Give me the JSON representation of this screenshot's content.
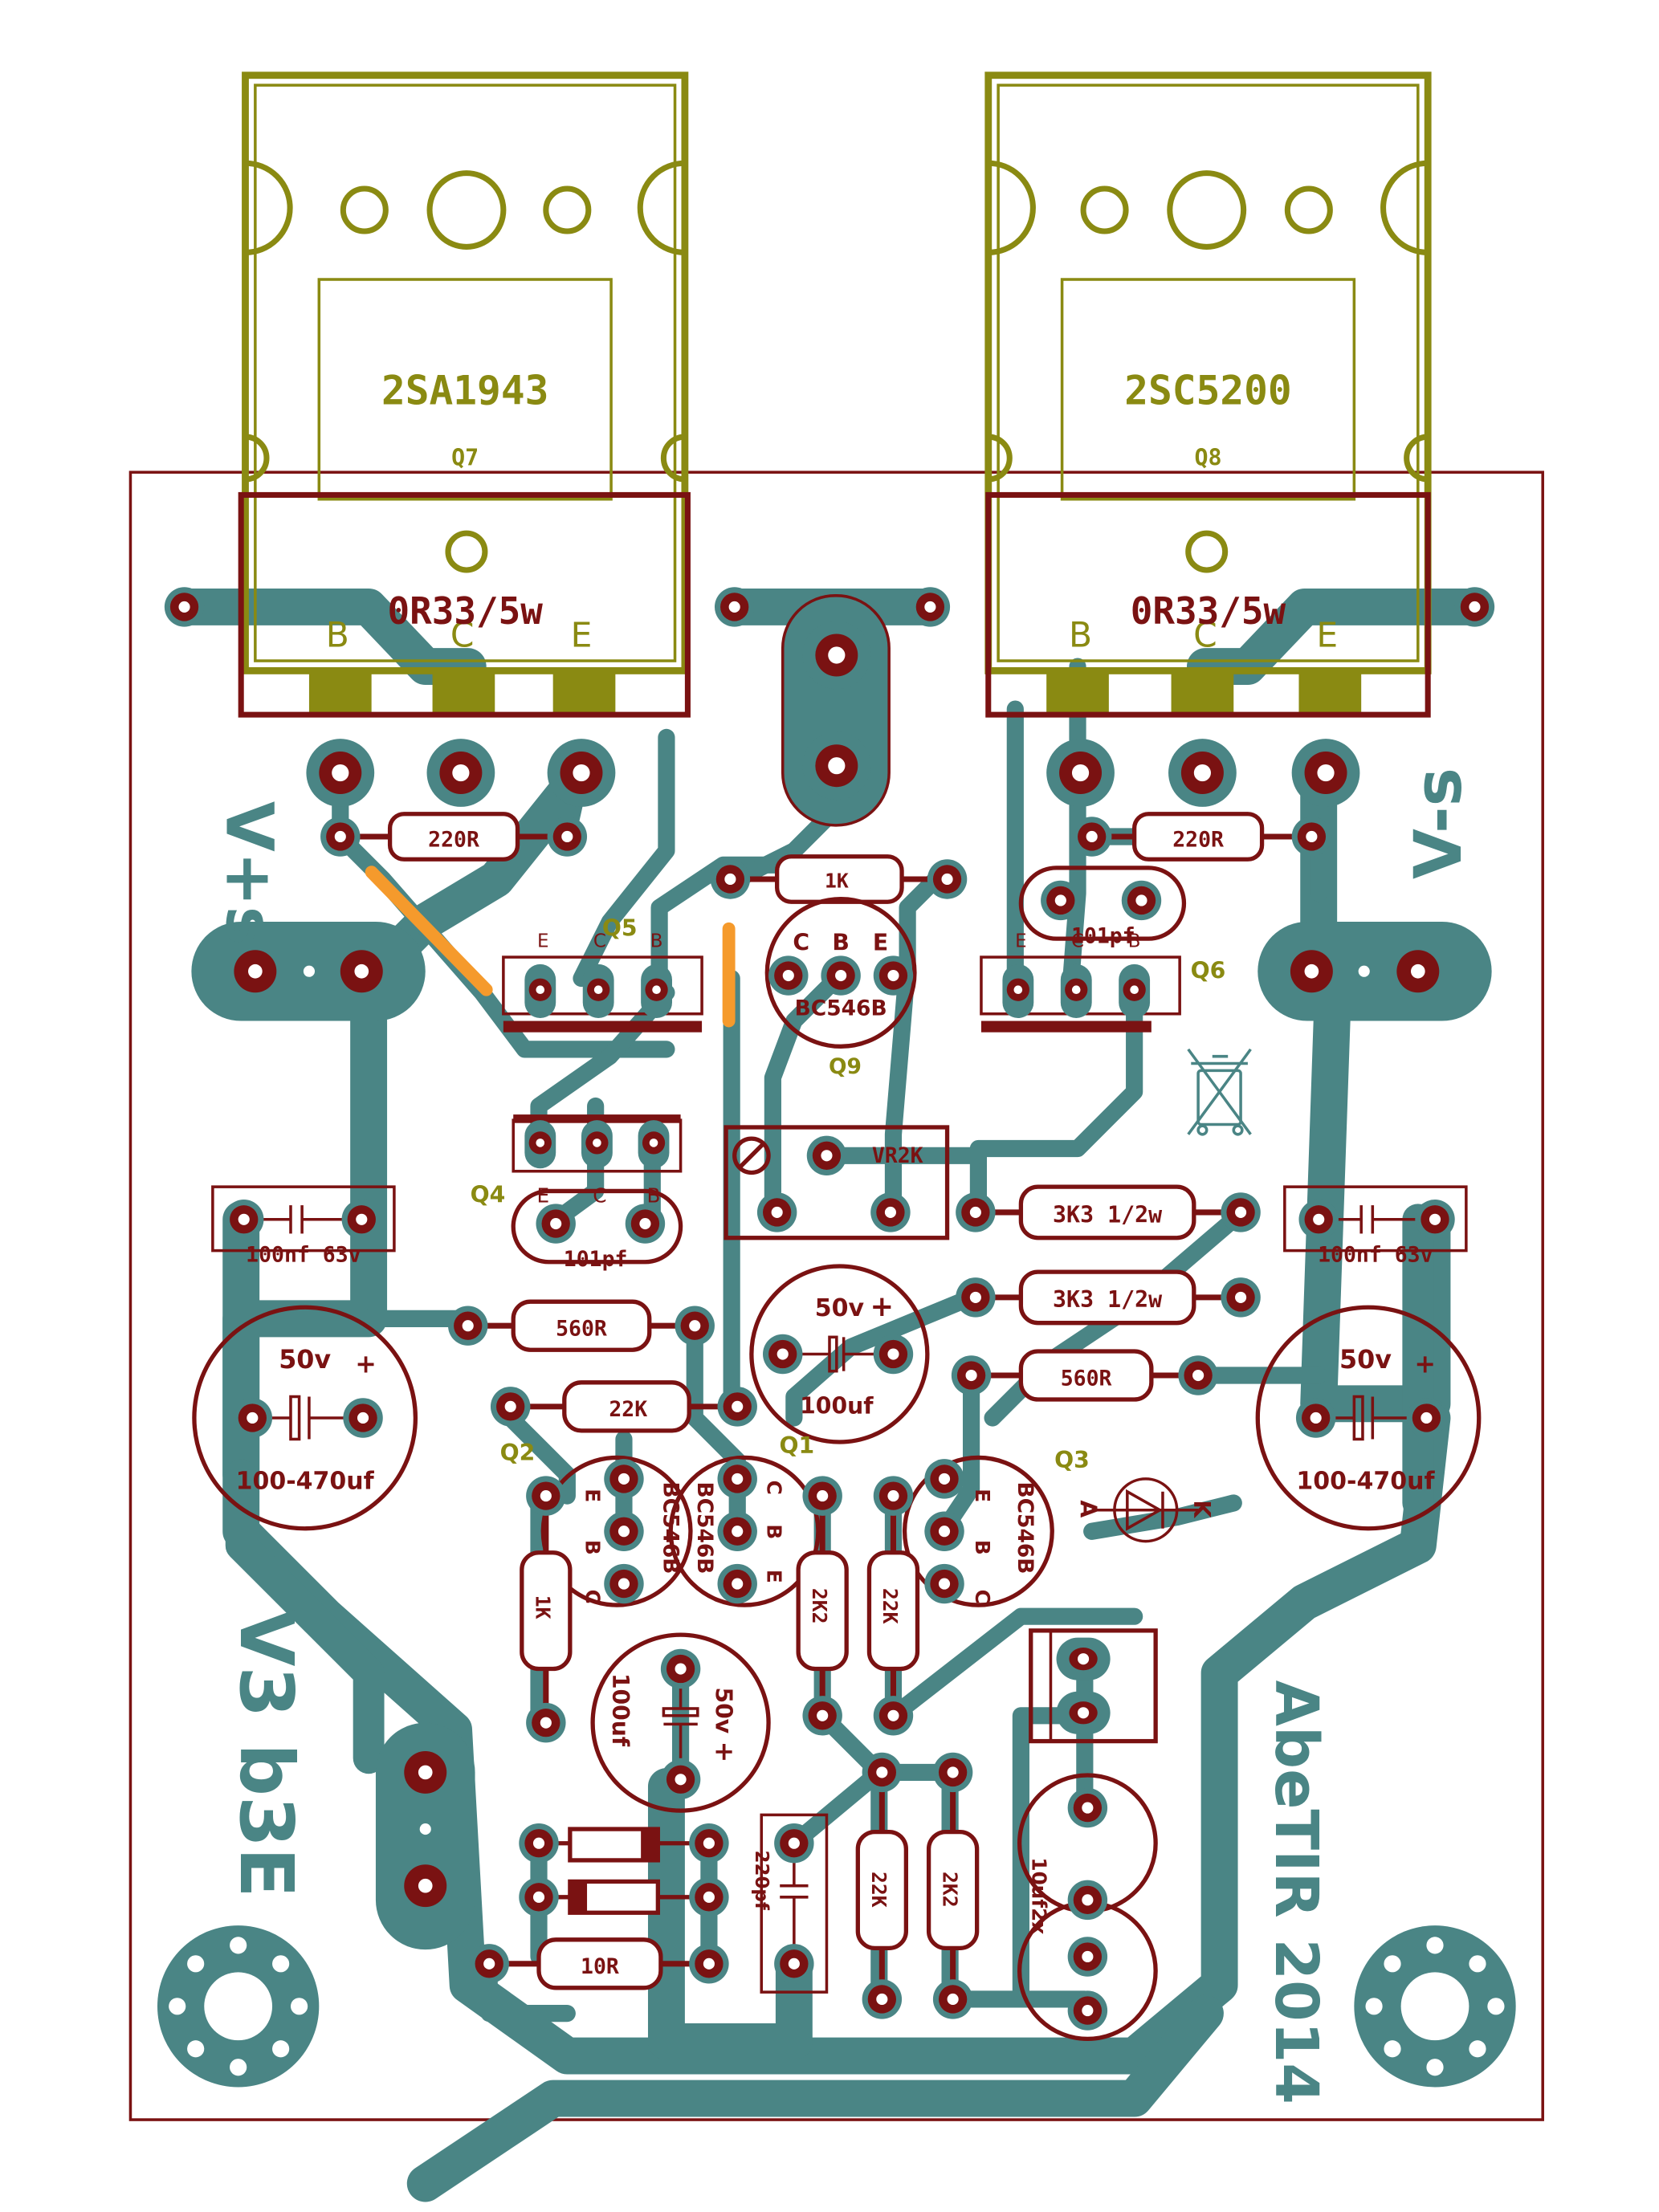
{
  "colors": {
    "copper": "#4a8585",
    "silk": "#7a1212",
    "transistor_body": "#8a8a12",
    "jumper": "#f59a2c",
    "pad_hole": "#ffffff",
    "background": "#ffffff"
  },
  "power_transistors": [
    {
      "ref": "Q7",
      "part": "2SA1943",
      "pins": [
        "B",
        "C",
        "E"
      ]
    },
    {
      "ref": "Q8",
      "part": "2SC5200",
      "pins": [
        "B",
        "C",
        "E"
      ]
    }
  ],
  "emitter_resistors": [
    "0R33/5w",
    "0R33/5w"
  ],
  "supply_labels": {
    "positive": "V+s",
    "negative": "V-s"
  },
  "driver_transistors": [
    {
      "ref": "Q5",
      "pins": [
        "E",
        "C",
        "B"
      ]
    },
    {
      "ref": "Q6",
      "pins": [
        "E",
        "C",
        "B"
      ]
    },
    {
      "ref": "Q4",
      "pins": [
        "E",
        "C",
        "B"
      ]
    }
  ],
  "small_transistors": [
    {
      "ref": "Q9",
      "part": "BC546B",
      "pins": [
        "C",
        "B",
        "E"
      ]
    },
    {
      "ref": "Q1",
      "part": "BC546B",
      "pins": [
        "C",
        "B",
        "E"
      ]
    },
    {
      "ref": "Q2",
      "part": "BC546B",
      "pins": [
        "E",
        "B",
        "C"
      ]
    },
    {
      "ref": "Q3",
      "part": "BC546B",
      "pins": [
        "E",
        "B",
        "C"
      ]
    }
  ],
  "resistors": {
    "r220_left": "220R",
    "r220_right": "220R",
    "r1k_top": "1K",
    "r3k3_a": "3K3 1/2w",
    "r3k3_b": "3K3 1/2w",
    "r560_left": "560R",
    "r560_right": "560R",
    "r22k_mid": "22K",
    "r1k_left": "1K",
    "r2k2_a": "2K2",
    "r22k_v": "22K",
    "r22k_bottom": "22K",
    "r2k2_bottom": "2K2",
    "r10r": "10R"
  },
  "capacitors": {
    "c101_right": "101pf",
    "c101_left": "101pf",
    "c100nf_left": "100nf 63v",
    "c100nf_right": "100nf 63v",
    "c_mid_voltage": "50v",
    "c_mid_value": "100uf",
    "c_big_left_voltage": "50v",
    "c_big_left_value": "100-470uf",
    "c_big_right_voltage": "50v",
    "c_big_right_value": "100-470uf",
    "c_bottom_voltage": "50v",
    "c_bottom_value": "100uf",
    "c_220pf": "220pf",
    "c_10uf": "10uf2x"
  },
  "trimmer": "VR2K",
  "led_pins": [
    "A",
    "K"
  ],
  "plus_sign": "+",
  "board_text_left": "V3 b3E",
  "board_text_right": "AbeTIR 2014",
  "icons": [
    "weee-recycling-icon",
    "mounting-hole-icon"
  ]
}
